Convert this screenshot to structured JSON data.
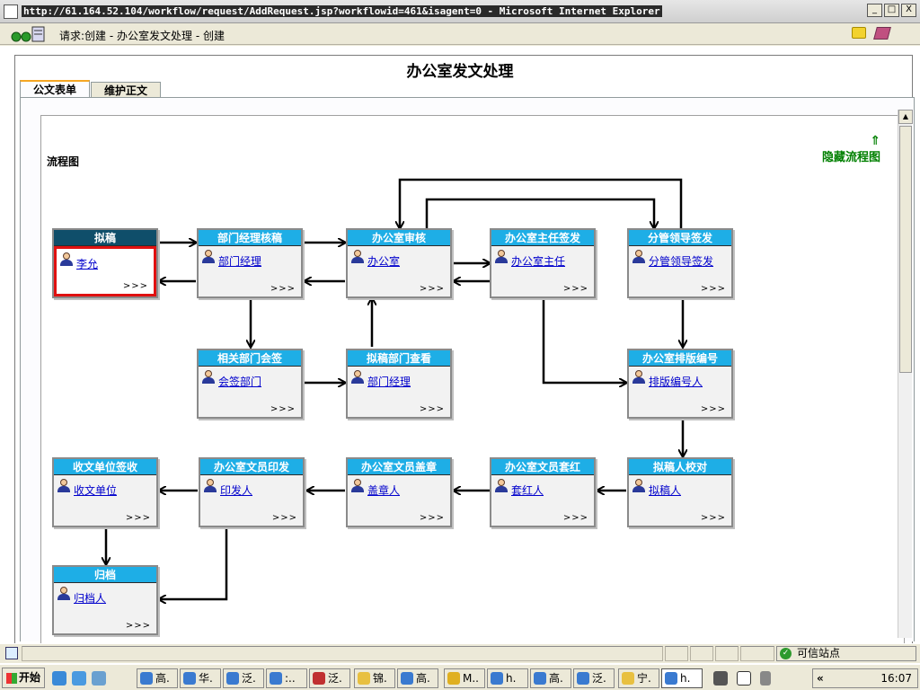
{
  "window": {
    "title": "http://61.164.52.104/workflow/request/AddRequest.jsp?workflowid=461&isagent=0 - Microsoft Internet Explorer",
    "minimize": "_",
    "maximize": "□",
    "close": "X"
  },
  "toolbar": {
    "request_label": "请求:创建  - 办公室发文处理  - 创建"
  },
  "page": {
    "title": "办公室发文处理",
    "tabs": [
      {
        "label": "公文表单",
        "active": true
      },
      {
        "label": "维护正文",
        "active": false
      }
    ],
    "hide_flow": "隐藏流程图",
    "flow_label": "流程图"
  },
  "nodes": [
    {
      "id": "draft",
      "title": "拟稿",
      "person": "李允",
      "more": ">>>",
      "current": true
    },
    {
      "id": "dept-review",
      "title": "部门经理核稿",
      "person": "部门经理",
      "more": ">>>"
    },
    {
      "id": "office-review",
      "title": "办公室审核",
      "person": "办公室",
      "more": ">>>"
    },
    {
      "id": "director-sign",
      "title": "办公室主任签发",
      "person": "办公室主任",
      "more": ">>>"
    },
    {
      "id": "leader-sign",
      "title": "分管领导签发",
      "person": "分管领导签发",
      "more": ">>>"
    },
    {
      "id": "co-sign",
      "title": "相关部门会签",
      "person": "会签部门",
      "more": ">>>"
    },
    {
      "id": "draft-dept-view",
      "title": "拟稿部门查看",
      "person": "部门经理",
      "more": ">>>"
    },
    {
      "id": "typeset",
      "title": "办公室排版编号",
      "person": "排版编号人",
      "more": ">>>"
    },
    {
      "id": "proofread",
      "title": "拟稿人校对",
      "person": "拟稿人",
      "more": ">>>"
    },
    {
      "id": "red-head",
      "title": "办公室文员套红",
      "person": "套红人",
      "more": ">>>"
    },
    {
      "id": "stamp",
      "title": "办公室文员盖章",
      "person": "盖章人",
      "more": ">>>"
    },
    {
      "id": "print",
      "title": "办公室文员印发",
      "person": "印发人",
      "more": ">>>"
    },
    {
      "id": "receive",
      "title": "收文单位签收",
      "person": "收文单位",
      "more": ">>>"
    },
    {
      "id": "archive",
      "title": "归档",
      "person": "归档人",
      "more": ">>>"
    }
  ],
  "statusbar": {
    "zone": "可信站点"
  },
  "taskbar": {
    "start": "开始",
    "tasks": [
      "高.",
      "华.",
      "泛.",
      ":..",
      "泛.",
      "锦.",
      "高.",
      "M..",
      "h.",
      "高.",
      "泛.",
      "宁.",
      "h."
    ],
    "tray_chevron": "«",
    "clock": "16:07"
  }
}
